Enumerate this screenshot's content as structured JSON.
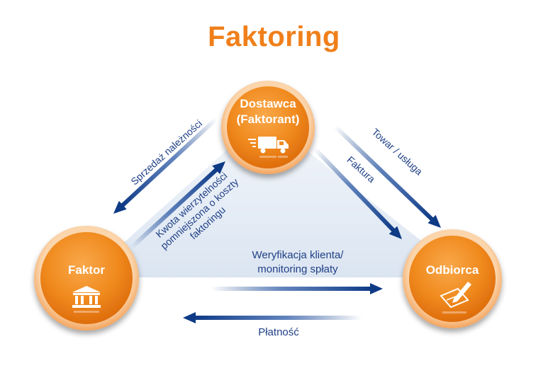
{
  "title": "Faktoring",
  "nodes": {
    "supplier": {
      "line1": "Dostawca",
      "line2": "(Faktorant)",
      "icon": "delivery-truck-icon"
    },
    "factor": {
      "label": "Faktor",
      "icon": "bank-building-icon"
    },
    "recipient": {
      "label": "Odbiorca",
      "icon": "signing-document-icon"
    }
  },
  "arrows": {
    "sale_of_receivables": "Sprzedaż należności",
    "receivable_amount": [
      "Kwota wierzytelności",
      "pomniejszona o koszty",
      "faktoringu"
    ],
    "goods_service": "Towar / usługa",
    "invoice": "Faktura",
    "verification": [
      "Weryfikacja klienta/",
      "monitoring spłaty"
    ],
    "payment": "Płatność"
  },
  "colors": {
    "title": "#f07f1a",
    "node_orange": "#f28a1f",
    "node_ring": "#f6b677",
    "arrow_blue": "#0e3a86",
    "label_text": "#1f3f86",
    "triangle_fill": "#e6edf6"
  }
}
